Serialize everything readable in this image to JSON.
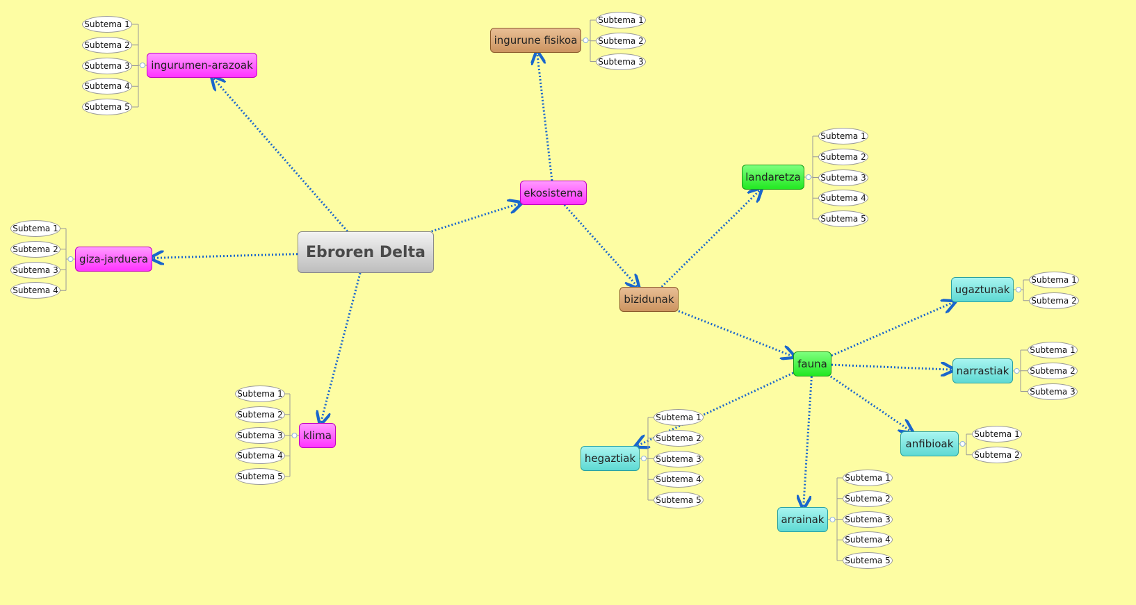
{
  "colors": {
    "background": "#fdfda3",
    "link": "#1a66cc",
    "bracket": "#999999"
  },
  "nodes": [
    {
      "id": "root",
      "label": "Ebroren Delta",
      "style": "root"
    },
    {
      "id": "ingurumen",
      "label": "ingurumen-arazoak",
      "style": "magenta"
    },
    {
      "id": "giza",
      "label": "giza-jarduera",
      "style": "magenta"
    },
    {
      "id": "klima",
      "label": "klima",
      "style": "magenta"
    },
    {
      "id": "ekosistema",
      "label": "ekosistema",
      "style": "magenta"
    },
    {
      "id": "ingurune",
      "label": "ingurune fisikoa",
      "style": "tan"
    },
    {
      "id": "bizidunak",
      "label": "bizidunak",
      "style": "tan"
    },
    {
      "id": "landaretza",
      "label": "landaretza",
      "style": "green"
    },
    {
      "id": "fauna",
      "label": "fauna",
      "style": "green"
    },
    {
      "id": "ugaztunak",
      "label": "ugaztunak",
      "style": "cyan"
    },
    {
      "id": "narrastiak",
      "label": "narrastiak",
      "style": "cyan"
    },
    {
      "id": "anfibioak",
      "label": "anfibioak",
      "style": "cyan"
    },
    {
      "id": "hegaztiak",
      "label": "hegaztiak",
      "style": "cyan"
    },
    {
      "id": "arrainak",
      "label": "arrainak",
      "style": "cyan"
    }
  ],
  "links": [
    {
      "from": "root",
      "to": "ingurumen"
    },
    {
      "from": "root",
      "to": "giza"
    },
    {
      "from": "root",
      "to": "klima"
    },
    {
      "from": "root",
      "to": "ekosistema"
    },
    {
      "from": "ekosistema",
      "to": "ingurune"
    },
    {
      "from": "ekosistema",
      "to": "bizidunak"
    },
    {
      "from": "bizidunak",
      "to": "landaretza"
    },
    {
      "from": "bizidunak",
      "to": "fauna"
    },
    {
      "from": "fauna",
      "to": "ugaztunak"
    },
    {
      "from": "fauna",
      "to": "narrastiak"
    },
    {
      "from": "fauna",
      "to": "anfibioak"
    },
    {
      "from": "fauna",
      "to": "hegaztiak"
    },
    {
      "from": "fauna",
      "to": "arrainak"
    }
  ],
  "subtopics": {
    "ingurumen": [
      "Subtema 1",
      "Subtema 2",
      "Subtema 3",
      "Subtema 4",
      "Subtema 5"
    ],
    "giza": [
      "Subtema 1",
      "Subtema 2",
      "Subtema 3",
      "Subtema 4"
    ],
    "klima": [
      "Subtema 1",
      "Subtema 2",
      "Subtema 3",
      "Subtema 4",
      "Subtema 5"
    ],
    "ingurune": [
      "Subtema 1",
      "Subtema 2",
      "Subtema 3"
    ],
    "landaretza": [
      "Subtema 1",
      "Subtema 2",
      "Subtema 3",
      "Subtema 4",
      "Subtema 5"
    ],
    "ugaztunak": [
      "Subtema 1",
      "Subtema 2"
    ],
    "narrastiak": [
      "Subtema 1",
      "Subtema 2",
      "Subtema 3"
    ],
    "anfibioak": [
      "Subtema 1",
      "Subtema 2"
    ],
    "hegaztiak": [
      "Subtema 1",
      "Subtema 2",
      "Subtema 3",
      "Subtema 4",
      "Subtema 5"
    ],
    "arrainak": [
      "Subtema 1",
      "Subtema 2",
      "Subtema 3",
      "Subtema 4",
      "Subtema 5"
    ]
  }
}
